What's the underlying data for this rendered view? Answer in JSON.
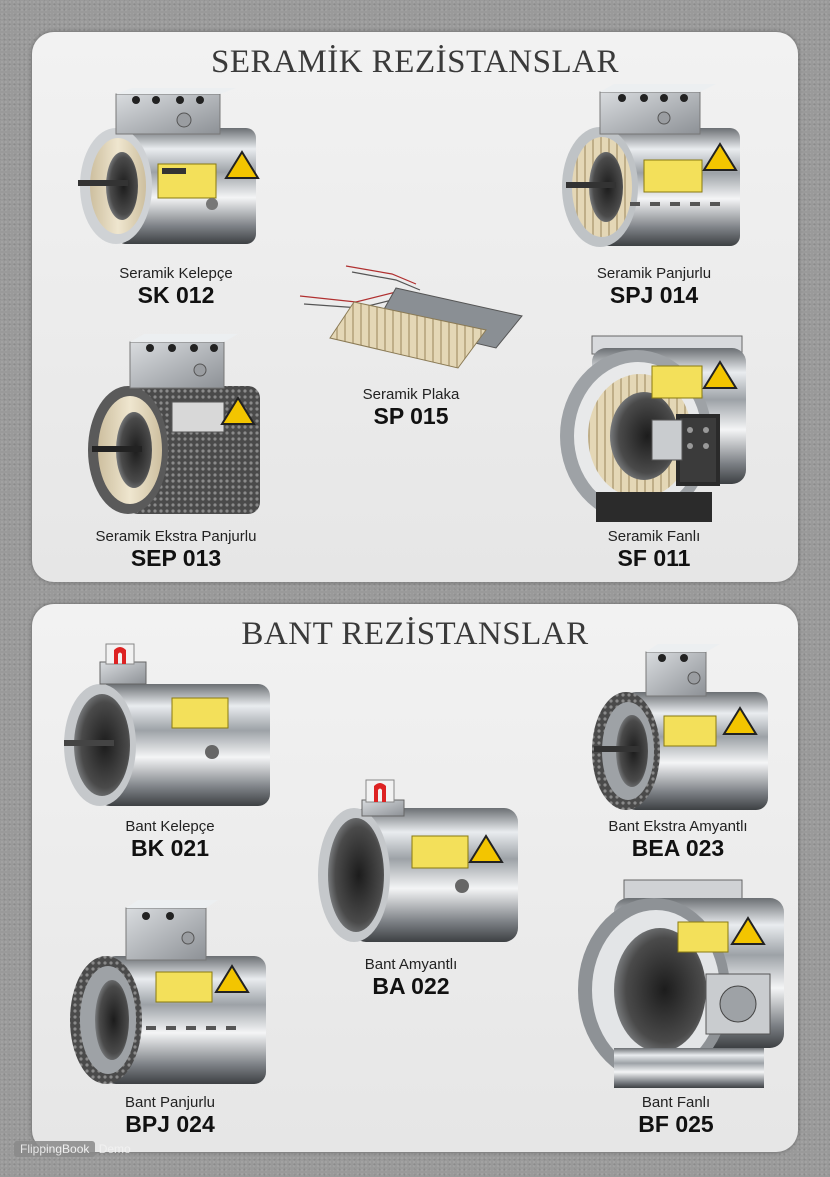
{
  "sections": {
    "ceramic": {
      "title": "SERAMİK REZİSTANSLAR",
      "products": [
        {
          "name": "Seramik Kelepçe",
          "code": "SK 012"
        },
        {
          "name": "Seramik Panjurlu",
          "code": "SPJ 014"
        },
        {
          "name": "Seramik Plaka",
          "code": "SP 015"
        },
        {
          "name": "Seramik Ekstra Panjurlu",
          "code": "SEP 013"
        },
        {
          "name": "Seramik Fanlı",
          "code": "SF 011"
        }
      ]
    },
    "band": {
      "title": "BANT REZİSTANSLAR",
      "products": [
        {
          "name": "Bant Kelepçe",
          "code": "BK 021"
        },
        {
          "name": "Bant Ekstra Amyantlı",
          "code": "BEA 023"
        },
        {
          "name": "Bant Amyantlı",
          "code": "BA 022"
        },
        {
          "name": "Bant Panjurlu",
          "code": "BPJ 024"
        },
        {
          "name": "Bant Fanlı",
          "code": "BF 025"
        }
      ]
    }
  },
  "watermark": {
    "brand": "FlippingBook",
    "suffix": "Demo"
  },
  "colors": {
    "panel": "#eeeeee",
    "background": "#9a9a9a",
    "steel": "#b8bcc0",
    "ceramic": "#e8dcc0",
    "warning": "#f3c500"
  }
}
